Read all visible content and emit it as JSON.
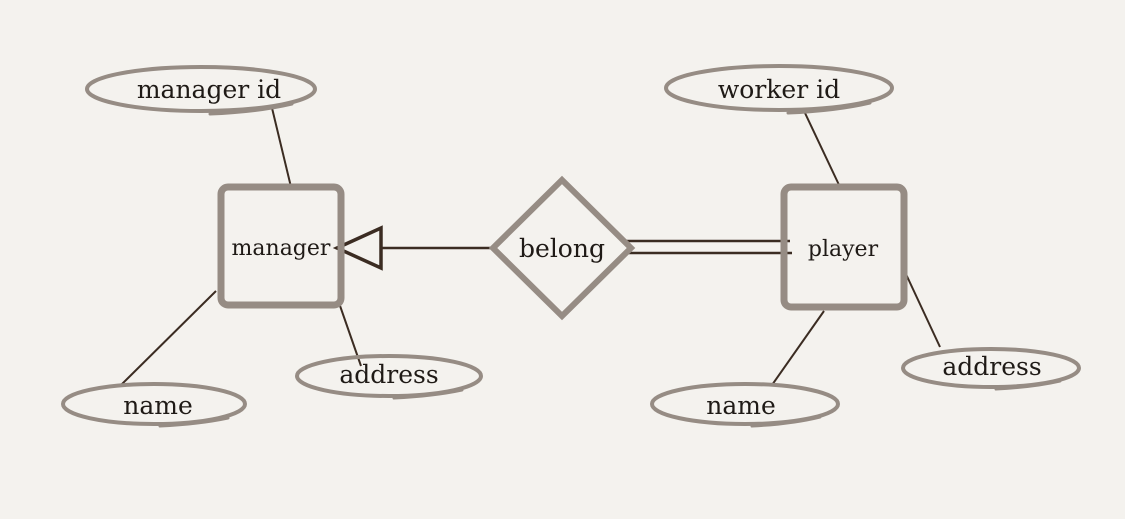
{
  "entities": {
    "manager": {
      "label": "manager"
    },
    "player": {
      "label": "player"
    }
  },
  "relationship": {
    "label": "belong"
  },
  "attributes": {
    "manager_id": "manager id",
    "manager_name": "name",
    "manager_address": "address",
    "worker_id": "worker id",
    "player_name": "name",
    "player_address": "address"
  }
}
